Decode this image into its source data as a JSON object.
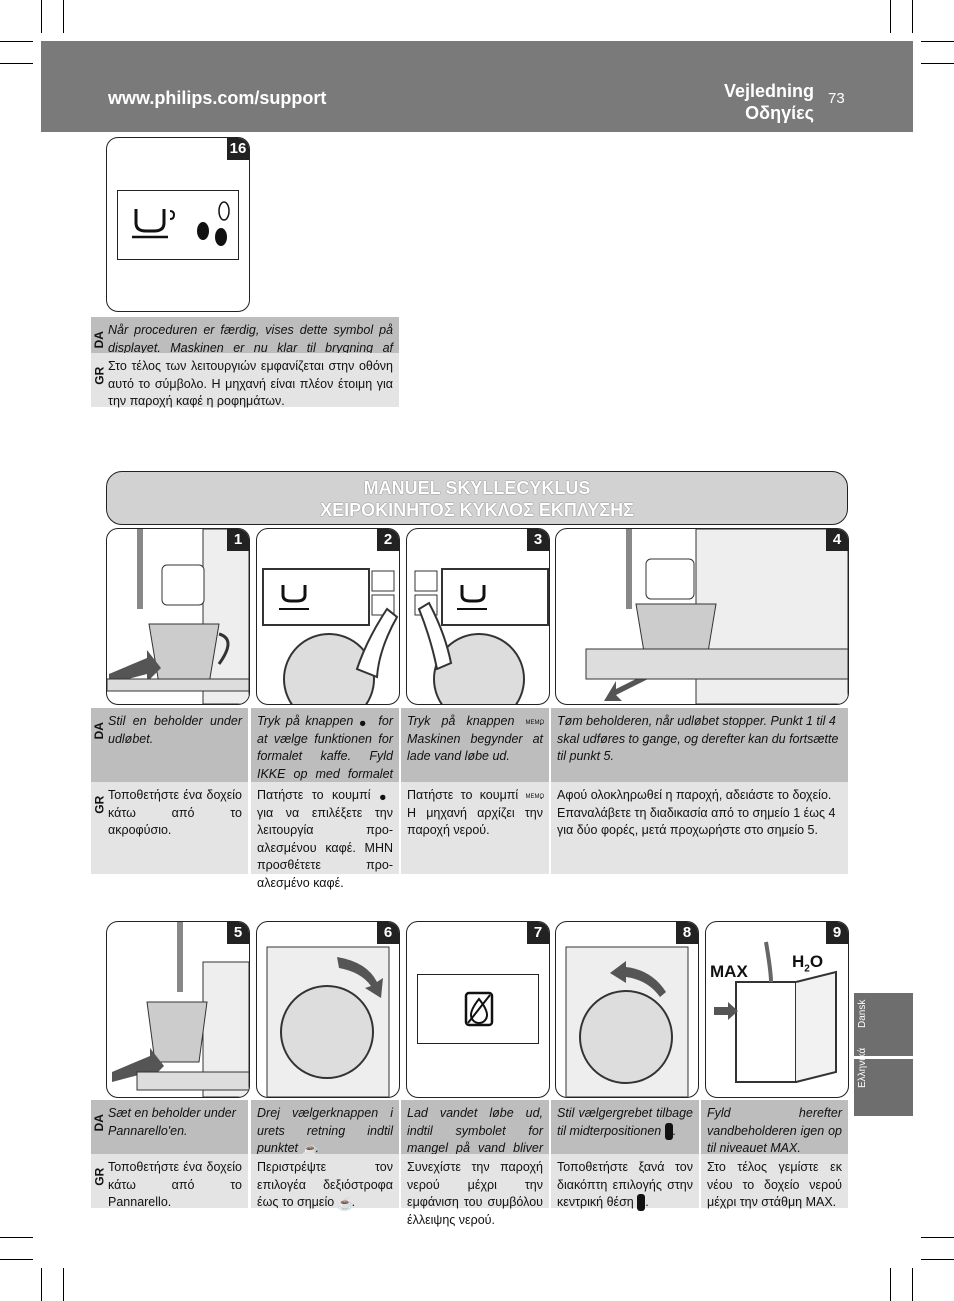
{
  "header": {
    "url": "www.philips.com/support",
    "title_da": "Vejledning",
    "title_gr": "Οδηγίες",
    "page_number": "73"
  },
  "step16": {
    "number": "16",
    "da": "Når proceduren er færdig, vises dette symbol på displayet. Maskinen er nu klar til brygning af produkterne.",
    "gr": "Στο τέλος των λειτουργιών εμφανίζεται στην οθόνη αυτό το σύμβολο. Η μηχανή είναι πλέον έτοιμη για την παροχή καφέ η ροφημάτων."
  },
  "lang_labels": {
    "da": "DA",
    "gr": "GR"
  },
  "section_title": {
    "da": "MANUEL SKYLLECYKLUS",
    "gr": "ΧΕΙΡΟΚΙΝΗΤΟΣ ΚΥΚΛΟΣ ΕΚΠΛΥΣΗΣ"
  },
  "steps": {
    "s1": {
      "number": "1",
      "da": "Stil en beholder under udløbet.",
      "gr": "Τοποθετήστε ένα δοχείο κάτω από το ακροφύσιο."
    },
    "s2": {
      "number": "2",
      "da_a": "Tryk på knappen",
      "da_b": "for at vælge funktionen for formalet kaffe. Fyld IKKE op med formalet kaffe.",
      "gr_a": "Πατήστε το κουμπί",
      "gr_b": "για να επιλέξετε την λειτουργία προ-αλεσμένου καφέ. ΜΗΝ προσθέτετε προ-αλεσμένο καφέ."
    },
    "s3": {
      "number": "3",
      "da_a": "Tryk på knappen",
      "da_b": ". Maskinen begynder at lade vand løbe ud.",
      "gr_a": "Πατήστε το κουμπί",
      "gr_b": ". Η μηχανή αρχίζει την παροχή νερού."
    },
    "s4": {
      "number": "4",
      "da": "Tøm beholderen, når udløbet stopper. Punkt 1 til 4 skal udføres to gange, og derefter kan du fortsætte til punkt 5.",
      "gr": "Αφού ολοκληρωθεί η παροχή, αδειάστε το δοχείο. Επαναλάβετε τη διαδικασία από το σημείο 1 έως 4 για δύο φορές, μετά προχωρήστε στο σημείο 5."
    },
    "s5": {
      "number": "5",
      "da": "Sæt en beholder under Pannarello'en.",
      "gr": "Τοποθετήστε ένα δοχείο κάτω από το Pannarello."
    },
    "s6": {
      "number": "6",
      "da_a": "Drej vælgerknappen i urets retning indtil punktet",
      "da_b": ".",
      "gr_a": "Περιστρέψτε τον επιλογέα δεξιόστροφα έως το σημείο",
      "gr_b": "."
    },
    "s7": {
      "number": "7",
      "da": "Lad vandet løbe ud, indtil symbolet for mangel på vand bliver vist.",
      "gr": "Συνεχίστε την παροχή νερού μέχρι την εμφάνιση του συμβόλου έλλειψης νερού."
    },
    "s8": {
      "number": "8",
      "da_a": "Stil vælgergrebet tilbage til midterpositionen",
      "da_b": ".",
      "gr_a": "Τοποθετήστε ξανά τον διακόπτη επιλογής στην κεντρική θέση",
      "gr_b": "."
    },
    "s9": {
      "number": "9",
      "da": "Fyld herefter vandbeholderen igen op til niveauet MAX.",
      "gr": "Στο τέλος γεμίστε εκ νέου το δοχείο νερού μέχρι την στάθμη MAX.",
      "max_label": "MAX",
      "h2o_h": "H",
      "h2o_2": "2",
      "h2o_o": "O"
    }
  },
  "memo_label": "MEMO",
  "side_tabs": {
    "dansk": "Dansk",
    "greek": "Ελληνικά"
  }
}
